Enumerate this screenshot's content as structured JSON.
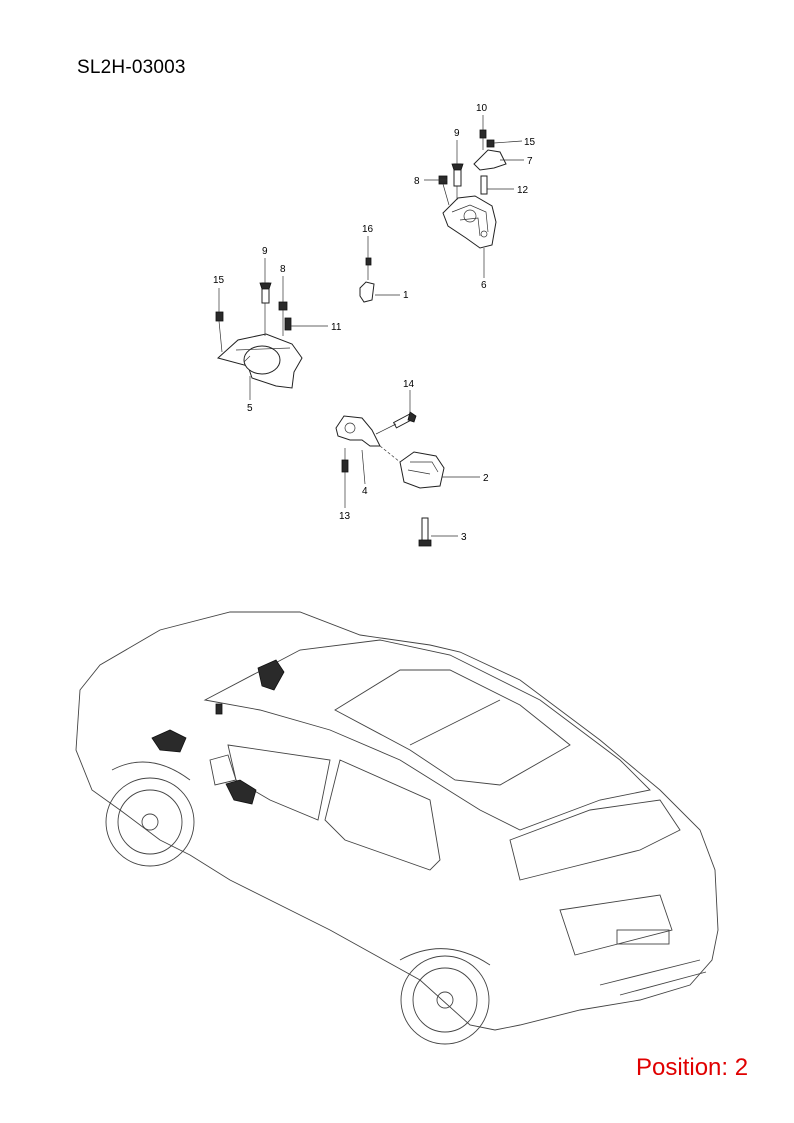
{
  "header": {
    "drawing_code": "SL2H-03003"
  },
  "footer": {
    "position_label": "Position: 2"
  },
  "callouts": [
    "1",
    "2",
    "3",
    "4",
    "5",
    "6",
    "7",
    "8",
    "9",
    "10",
    "11",
    "12",
    "13",
    "14",
    "15",
    "16"
  ]
}
